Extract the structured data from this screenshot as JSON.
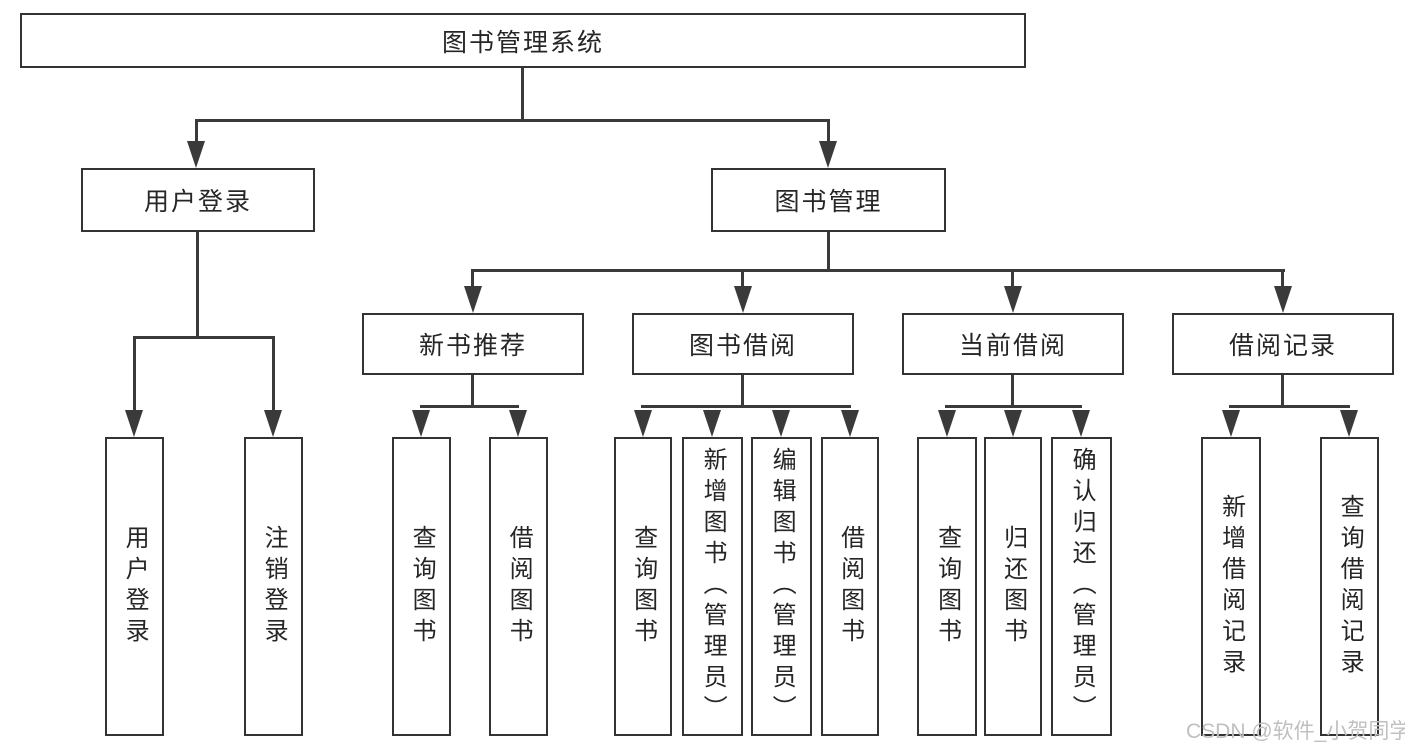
{
  "diagram": {
    "title_node": {
      "label": "图书管理系统"
    },
    "level2": [
      {
        "label": "用户登录"
      },
      {
        "label": "图书管理"
      }
    ],
    "level3": [
      {
        "label": "新书推荐"
      },
      {
        "label": "图书借阅"
      },
      {
        "label": "当前借阅"
      },
      {
        "label": "借阅记录"
      }
    ],
    "leaves": {
      "user_login": [
        "用户登录",
        "注销登录"
      ],
      "new_book_recommend": [
        "查询图书",
        "借阅图书"
      ],
      "book_borrow": [
        "查询图书",
        "新增图书（管理员）",
        "编辑图书（管理员）",
        "借阅图书"
      ],
      "current_borrow": [
        "查询图书",
        "归还图书",
        "确认归还（管理员）"
      ],
      "borrow_records": [
        "新增借阅记录",
        "查询借阅记录"
      ]
    }
  },
  "watermark": {
    "text": "CSDN @软件_小贺同学",
    "color": "#c0c0c0"
  },
  "colors": {
    "line": "#3a3a3a",
    "box_border": "#333333",
    "text": "#262626",
    "background": "#ffffff"
  }
}
